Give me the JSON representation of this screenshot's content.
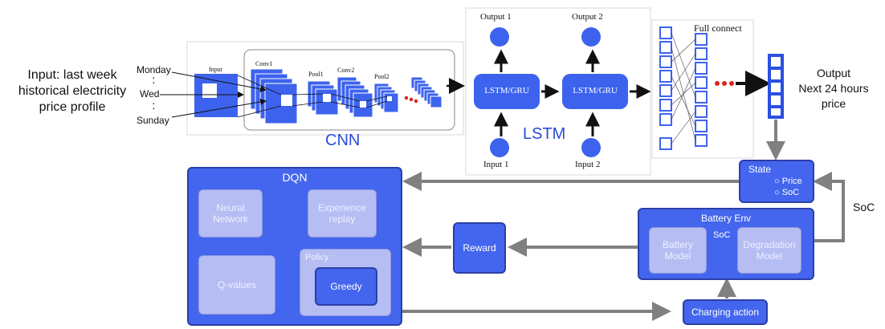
{
  "input_text": {
    "line1": "Input: last week",
    "line2": "historical electricity",
    "line3": "price profile"
  },
  "days": {
    "monday": "Monday",
    "wed": "Wed",
    "sunday": "Sunday"
  },
  "cnn": {
    "input": "Input",
    "conv1": "Conv1",
    "pool1": "Pool1",
    "conv2": "Conv2",
    "pool2": "Pool2",
    "label": "CNN"
  },
  "lstm": {
    "output1": "Output 1",
    "output2": "Output 2",
    "cell1": "LSTM/GRU",
    "cell2": "LSTM/GRU",
    "input1": "Input 1",
    "input2": "Input 2",
    "label": "LSTM"
  },
  "fc": {
    "label": "Full connect"
  },
  "output_text": {
    "line1": "Output",
    "line2": "Next 24 hours",
    "line3": "price"
  },
  "state": {
    "title": "State",
    "item1": "Price",
    "item2": "SoC"
  },
  "dqn": {
    "title": "DQN",
    "neural_network": "Neural Network",
    "experience_replay": "Experience replay",
    "q_values": "Q-values",
    "policy": "Policy",
    "greedy": "Greedy"
  },
  "reward": "Reward",
  "battery_env": {
    "title": "Battery Env",
    "battery_model": "Battery Model",
    "soc_inner": "SoC",
    "degradation_model": "Degradation Model"
  },
  "soc_outer": "SoC",
  "charging_action": "Charging action",
  "colors": {
    "accent": "#4466ee",
    "light": "#b6bdf3",
    "arrow": "#808080"
  }
}
